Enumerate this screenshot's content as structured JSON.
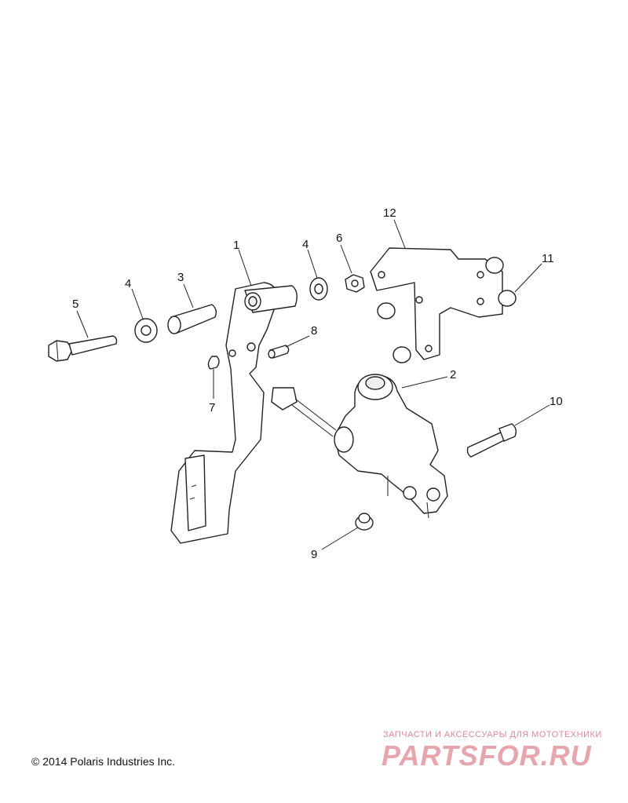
{
  "callouts": {
    "c1": "1",
    "c2": "2",
    "c3": "3",
    "c4a": "4",
    "c4b": "4",
    "c5": "5",
    "c6": "6",
    "c7": "7",
    "c8": "8",
    "c9": "9",
    "c10": "10",
    "c11": "11",
    "c12": "12"
  },
  "footer": {
    "copyright": "© 2014 Polaris Industries Inc."
  },
  "watermark": {
    "subtitle": "ЗАПЧАСТИ И АКСЕССУАРЫ ДЛЯ МОТОТЕХНИКИ",
    "logo": "PARTSFOR.RU"
  },
  "colors": {
    "line": "#222222",
    "watermark": "#e7a6ad"
  }
}
